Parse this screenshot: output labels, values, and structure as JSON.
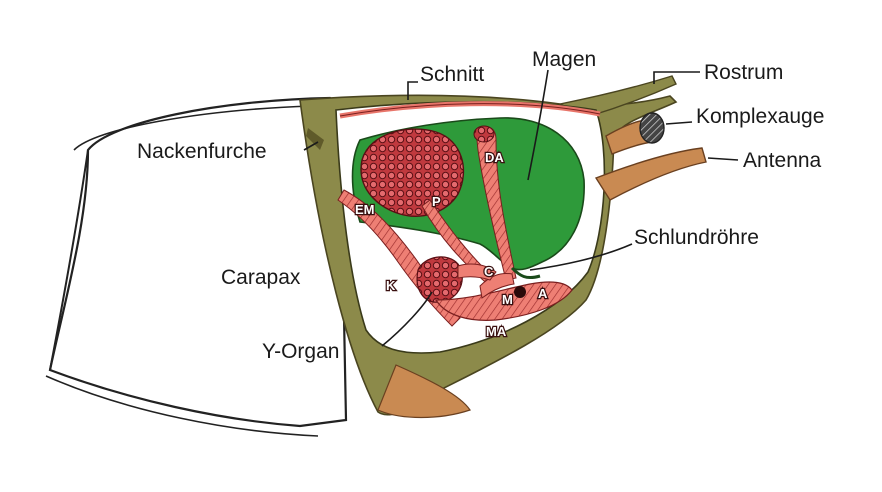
{
  "labels": {
    "schnitt": "Schnitt",
    "magen": "Magen",
    "rostrum": "Rostrum",
    "komplexauge": "Komplexauge",
    "nackenfurche": "Nackenfurche",
    "antenna": "Antenna",
    "schlundroehre": "Schlundröhre",
    "carapax": "Carapax",
    "y_organ": "Y-Organ"
  },
  "tags": {
    "da": "DA",
    "em": "EM",
    "p": "P",
    "k": "K",
    "c": "C",
    "m": "M",
    "a": "A",
    "ma": "MA"
  },
  "colors": {
    "carapax_outline": "#2a2a2a",
    "body_wall": "#8c8a4a",
    "stomach": "#2e9a3a",
    "muscle": "#e8756a",
    "muscle_dark": "#7a1f1f",
    "tan_structures": "#c98a52",
    "eye": "#3a3a3a"
  }
}
